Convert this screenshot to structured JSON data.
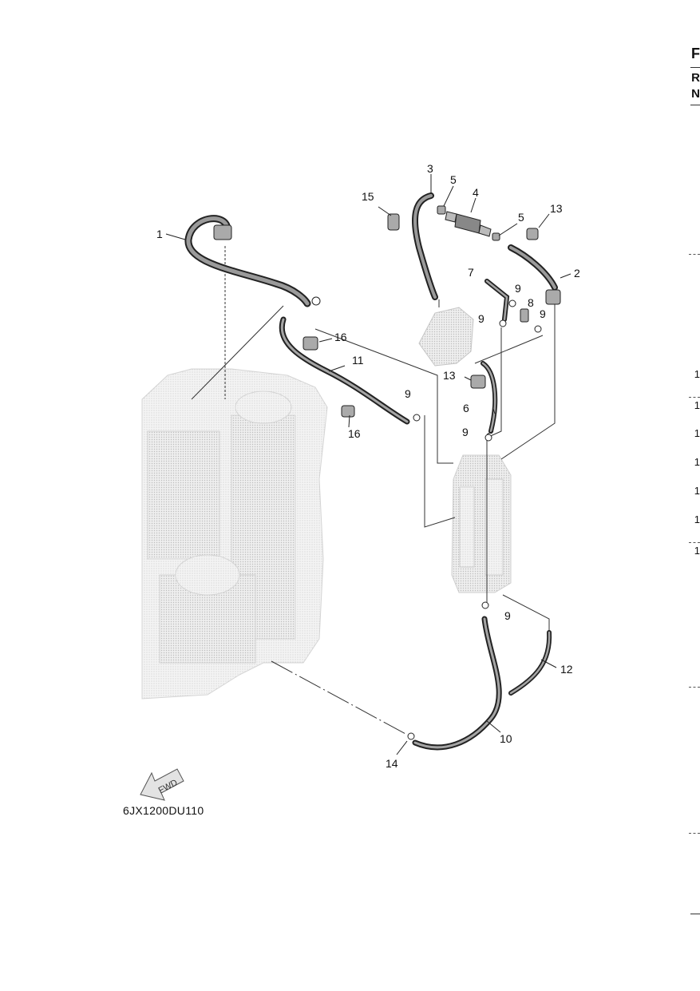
{
  "diagram_code": "6JX1200DU110",
  "fwd_label": "FWD",
  "callouts": [
    "1",
    "2",
    "3",
    "4",
    "5",
    "5",
    "6",
    "7",
    "8",
    "9",
    "9",
    "9",
    "9",
    "9",
    "9",
    "10",
    "11",
    "12",
    "13",
    "13",
    "14",
    "15",
    "16",
    "16"
  ],
  "right_edge": {
    "glyphs": [
      "F",
      "R",
      "N"
    ],
    "numbers": [
      "1",
      "1",
      "1",
      "1",
      "1",
      "1",
      "1"
    ]
  }
}
